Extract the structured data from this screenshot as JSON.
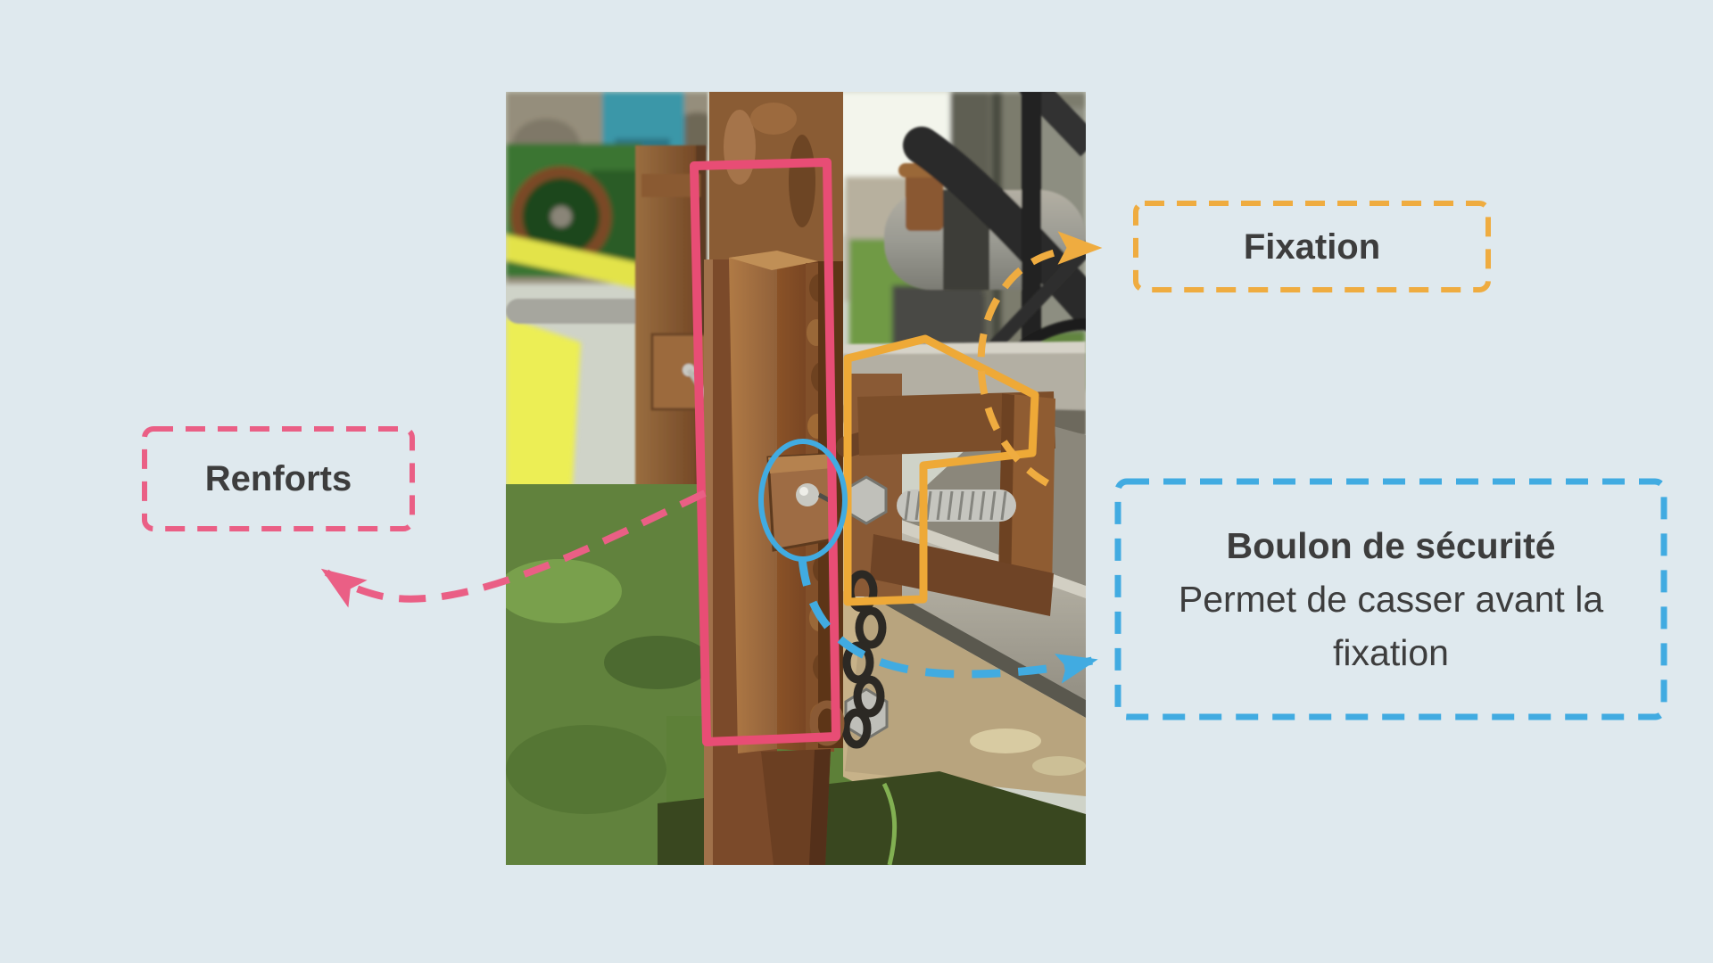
{
  "page": {
    "background_color": "#dfe9ee",
    "text_color": "#3d3d3d",
    "type": "annotated-equipment-diagram"
  },
  "annotations": {
    "renforts": {
      "label": "Renforts",
      "color": "#ea5f85"
    },
    "fixation": {
      "label": "Fixation",
      "color": "#efac40"
    },
    "boulon_securite": {
      "title": "Boulon de sécurité",
      "description": "Permet de casser avant la fixation",
      "color": "#41abe1"
    }
  },
  "photo": {
    "subject": "rusty-steel-post-with-welded-rail-reinforcement-safety-bolt-plate-and-clamp-fixation-on-farm-equipment",
    "highlight_shapes": {
      "renforts_outline": "solid-pink-rectangle",
      "boulon_outline": "solid-blue-ellipse",
      "fixation_outline": "solid-orange-polygon"
    }
  }
}
